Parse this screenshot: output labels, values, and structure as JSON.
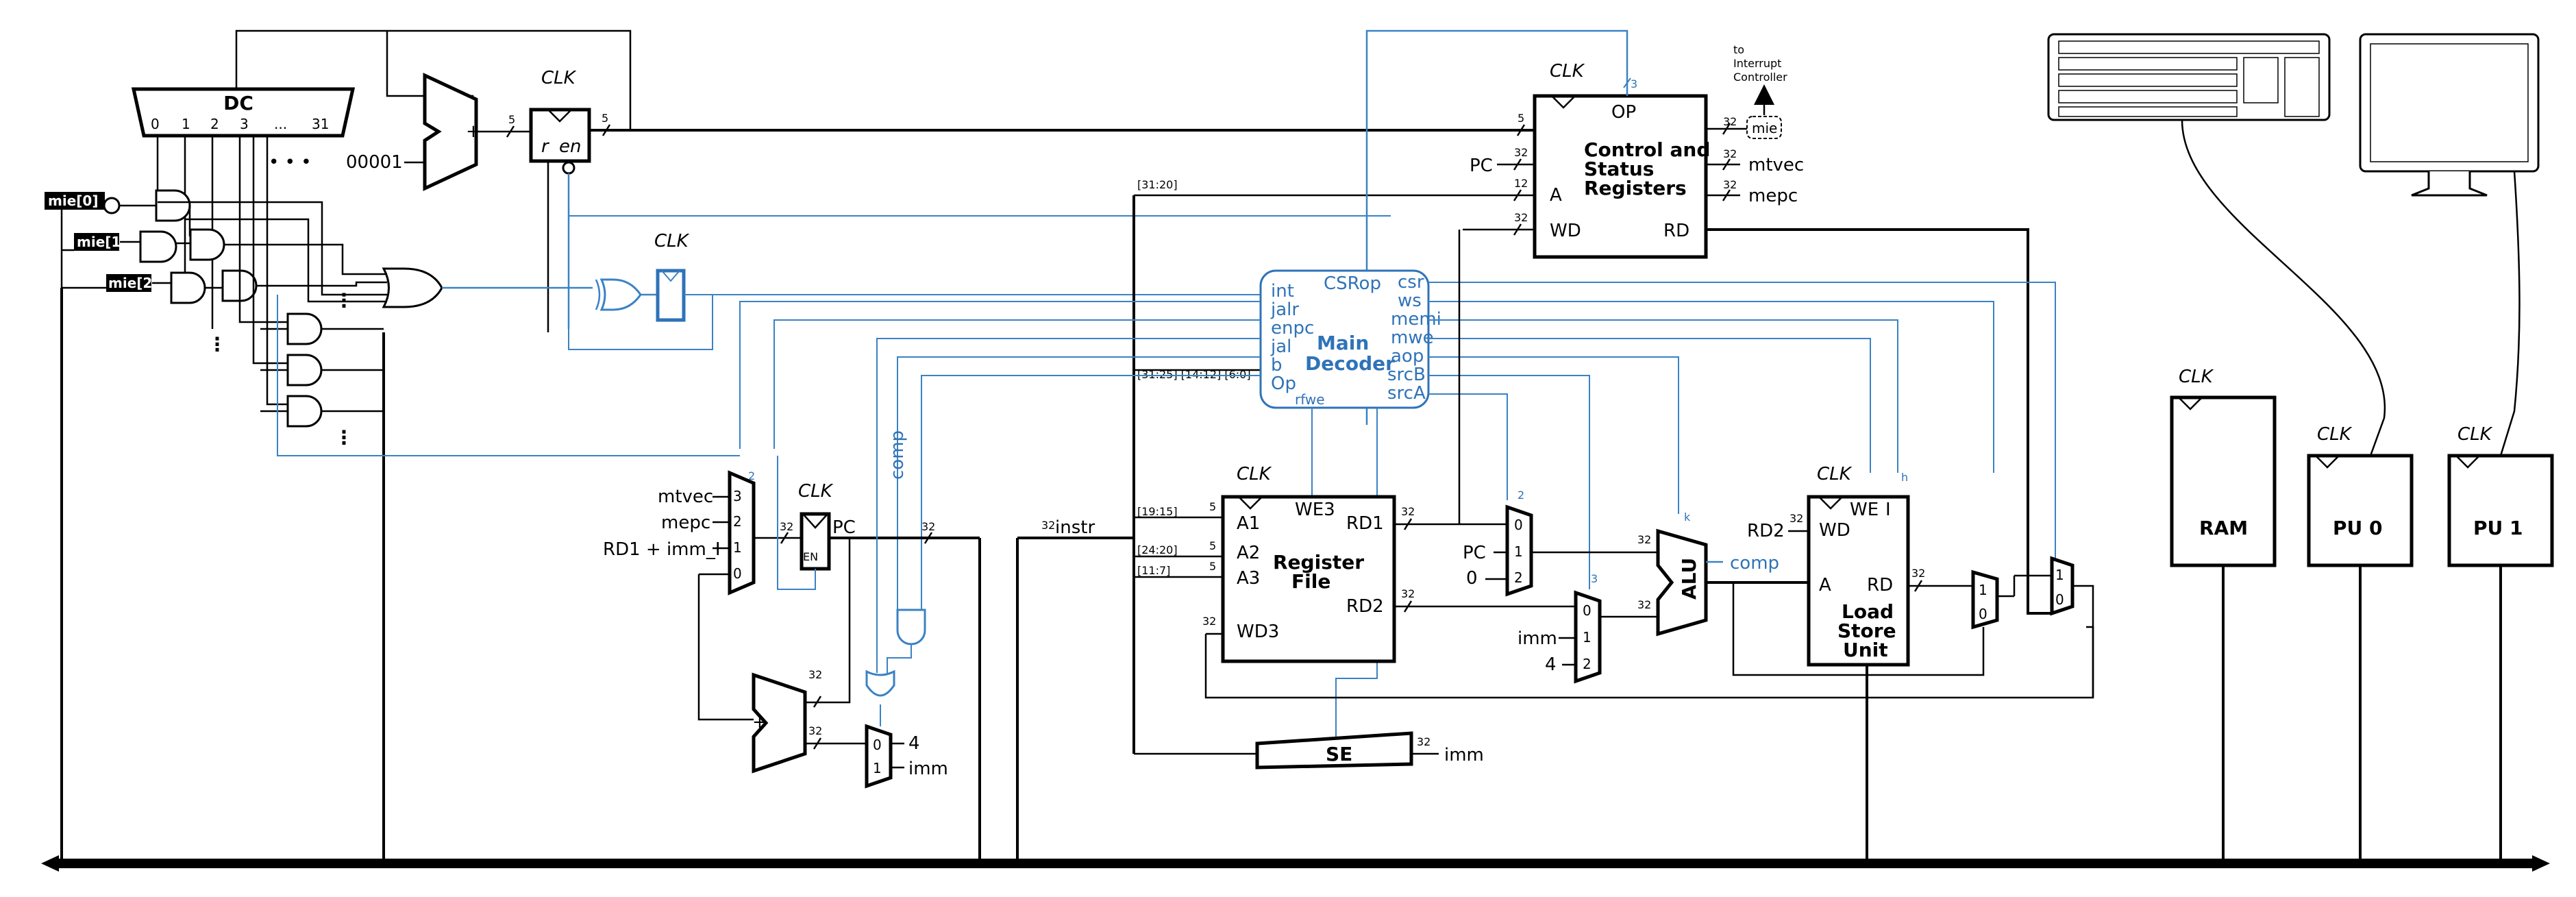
{
  "bus": {},
  "decoder": {
    "title": "DC",
    "outputs": [
      "0",
      "1",
      "2",
      "3",
      "...",
      "31"
    ],
    "more": "• • •"
  },
  "counter": {
    "constant": "00001",
    "plus": "+",
    "clk": "CLK",
    "r": "r",
    "en": "en",
    "w1": "5",
    "w2": "5"
  },
  "mie": [
    "mie[0]",
    "mie[1]",
    "mie[2]"
  ],
  "dots": "⋮",
  "xor_clk": "CLK",
  "csr": {
    "title": [
      "Control and",
      "Status",
      "Registers"
    ],
    "clk": "CLK",
    "op": "OP",
    "op_w": "3",
    "pc": "PC",
    "a": "A",
    "wd": "WD",
    "rd": "RD",
    "w_pc": "32",
    "w_a": "12",
    "w_wd": "32",
    "w_in": "5",
    "w_out": "32",
    "out_mie": "mie",
    "out_mtvec": "mtvec",
    "out_mepc": "mepc",
    "out_w1": "32",
    "out_w2": "32",
    "out_w3": "32",
    "note": [
      "to",
      "Interrupt",
      "Controller"
    ]
  },
  "decoder_main": {
    "title": [
      "Main",
      "Decoder"
    ],
    "inputs": [
      "int",
      "jalr",
      "enpc",
      "jal",
      "b",
      "Op"
    ],
    "outputs": [
      "csr",
      "ws",
      "memi",
      "mwe",
      "aop",
      "srcB",
      "srcA"
    ],
    "top": "CSRop",
    "bottom": "rfwe",
    "slices_top": "[31:20]",
    "slices": "[31:25] [14:12] [6:0]"
  },
  "pc_mux": {
    "inputs": [
      "mtvec",
      "mepc",
      "RD1 + imm_I"
    ],
    "sel": [
      "3",
      "2",
      "1",
      "0"
    ],
    "width": "32",
    "ctl": "2"
  },
  "pc_reg": {
    "clk": "CLK",
    "en": "EN",
    "label": "PC",
    "w_in": "32",
    "w_out": "32"
  },
  "adder": {
    "plus": "+",
    "w_out": "32",
    "w_in": "32",
    "inc_mux": [
      "0",
      "1"
    ],
    "four": "4",
    "imm": "imm"
  },
  "comp": "comp",
  "instr": {
    "label": "instr",
    "width": "32",
    "f1": "[19:15]",
    "f2": "[24:20]",
    "f3": "[11:7]",
    "w": "5"
  },
  "regfile": {
    "title": [
      "Register",
      "File"
    ],
    "clk": "CLK",
    "we3": "WE3",
    "a1": "A1",
    "a2": "A2",
    "a3": "A3",
    "wd3": "WD3",
    "rd1": "RD1",
    "rd2": "RD2",
    "w_rd1": "32",
    "w_rd2": "32",
    "w_wd3": "32"
  },
  "se": {
    "label": "SE",
    "width": "32",
    "out": "imm"
  },
  "srcA_mux": {
    "labels": [
      "PC",
      "0"
    ],
    "sel": [
      "0",
      "1",
      "2"
    ],
    "ctl": "2"
  },
  "srcB_mux": {
    "labels": [
      "imm",
      "4"
    ],
    "sel": [
      "0",
      "1",
      "2"
    ],
    "ctl": "3"
  },
  "alu": {
    "label": "ALU",
    "comp": "comp",
    "ctl": "k",
    "w_a": "32",
    "w_b": "32"
  },
  "lsu": {
    "title": [
      "Load",
      "Store",
      "Unit"
    ],
    "clk": "CLK",
    "we": "WE",
    "i": "I",
    "rd2": "RD2",
    "wd": "WD",
    "a": "A",
    "rd": "RD",
    "w_rd2": "32",
    "w_rd": "32",
    "ctl": "h"
  },
  "wb_mux": {
    "sel": [
      "1",
      "0"
    ]
  },
  "last_mux": {
    "sel": [
      "1",
      "0"
    ]
  },
  "devices": {
    "ram": "RAM",
    "pu0": "PU 0",
    "pu1": "PU 1",
    "clk": "CLK"
  }
}
